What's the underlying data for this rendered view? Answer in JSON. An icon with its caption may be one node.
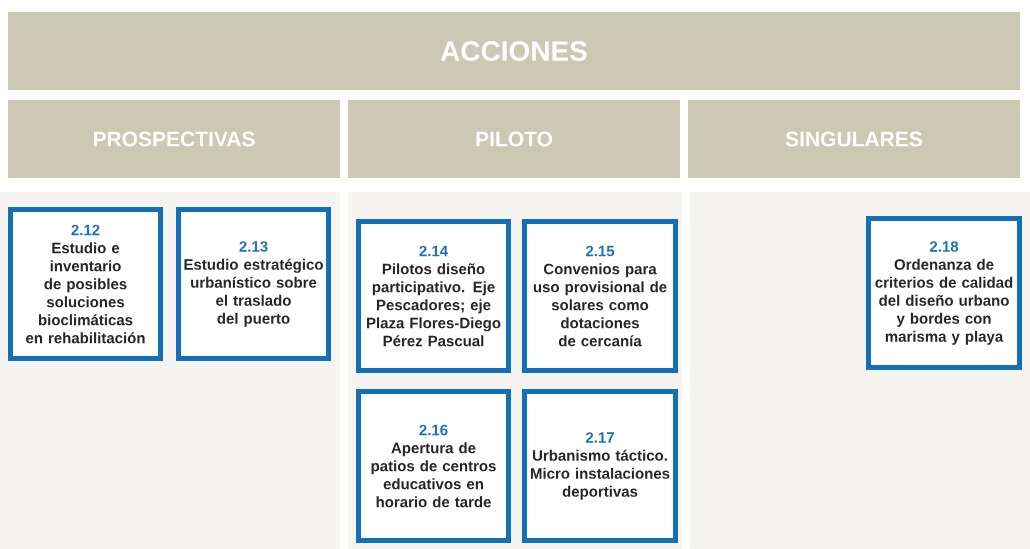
{
  "diagram": {
    "nodes": [
      {
        "text": [
          "ACCIONES"
        ]
      },
      {
        "text": [
          "PROSPECTIVAS"
        ]
      },
      {
        "text": [
          "PILOTO"
        ]
      },
      {
        "text": [
          "SINGULARES"
        ]
      },
      {
        "text": [
          "2.12",
          "Estudio e inventario de posibles soluciones bioclimáticas en rehabilitación"
        ]
      },
      {
        "text": [
          "2.13",
          "Estudio estratégico urbanístico sobre el traslado del puerto"
        ]
      },
      {
        "text": [
          "2.14",
          "Pilotos diseño participativo. Eje Pescadores; eje Plaza Flores-Diego Pérez Pascual"
        ]
      },
      {
        "text": [
          "2.15",
          "Convenios para uso provisional de solares como dotaciones de cercanía"
        ]
      },
      {
        "text": [
          "2.16",
          "Apertura de patios de centros educativos en horario de tarde"
        ]
      },
      {
        "text": [
          "2.17",
          "Urbanismo táctico. Micro instalaciones deportivas"
        ]
      },
      {
        "text": [
          "2.18",
          "Ordenanza de criterios de calidad del diseño urbano y bordes con marisma y playa"
        ]
      }
    ]
  }
}
